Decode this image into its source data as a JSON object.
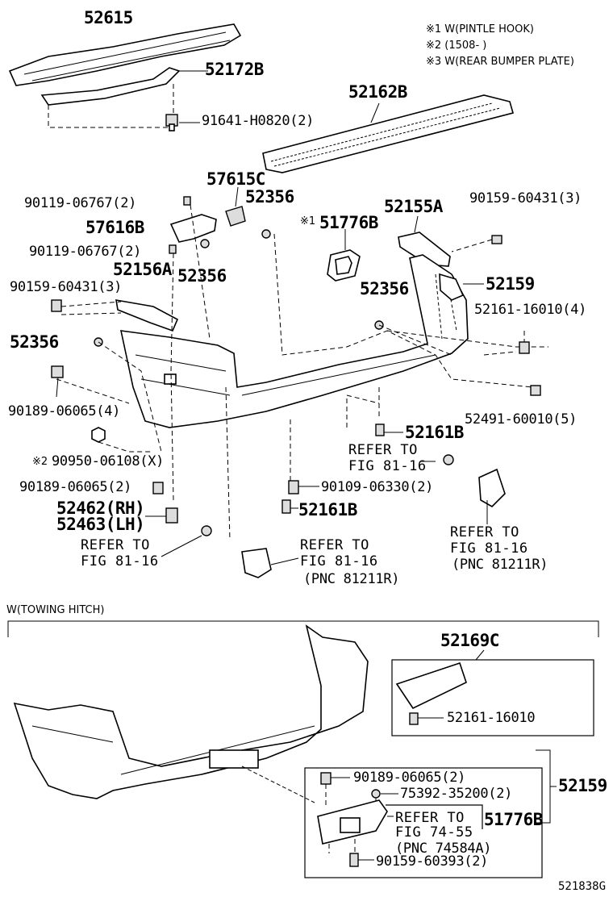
{
  "notes": [
    "※1 W(PINTLE HOOK)",
    "※2 (1508-        )",
    "※3 W(REAR BUMPER PLATE)"
  ],
  "labels": {
    "p52615": "52615",
    "p52172B": "52172B",
    "p91641": "91641-H0820(2)",
    "p52162B": "52162B",
    "p57615C": "57615C",
    "p90119a": "90119-06767(2)",
    "p52356a": "52356",
    "p57616B": "57616B",
    "p51776B_mark": "※1",
    "p51776B": "51776B",
    "p52155A": "52155A",
    "p90159a": "90159-60431(3)",
    "p90119b": "90119-06767(2)",
    "p52156A": "52156A",
    "p52356b": "52356",
    "p90159b": "90159-60431(3)",
    "p52356c": "52356",
    "p52159": "52159",
    "p52161_16010a": "52161-16010(4)",
    "p52356d": "52356",
    "p90189a": "90189-06065(4)",
    "p52491": "52491-60010(5)",
    "p52161Ba": "52161B",
    "ref1a": "REFER TO",
    "ref1b": "FIG 81-16",
    "p90950_mark": "※2",
    "p90950": "90950-06108(X)",
    "p90189b": "90189-06065(2)",
    "p90109": "90109-06330(2)",
    "p52462": "52462(RH)",
    "p52463": "52463(LH)",
    "p52161Bb": "52161B",
    "ref2a": "REFER TO",
    "ref2b": "FIG 81-16",
    "ref2c": "(PNC 81211R)",
    "ref3a": "REFER TO",
    "ref3b": "FIG 81-16",
    "ref4a": "REFER TO",
    "ref4b": "FIG 81-16",
    "ref4c": "(PNC 81211R)",
    "section_title": "W(TOWING HITCH)",
    "p52169C": "52169C",
    "p52161_16010b": "52161-16010",
    "p90189c": "90189-06065(2)",
    "p75392": "75392-35200(2)",
    "p52159b": "52159",
    "ref5a": "REFER TO",
    "ref5b": "FIG 74-55",
    "ref5c": "(PNC 74584A)",
    "p51776Bb": "51776B",
    "p90159c": "90159-60393(2)",
    "diagram_code": "521838G"
  }
}
